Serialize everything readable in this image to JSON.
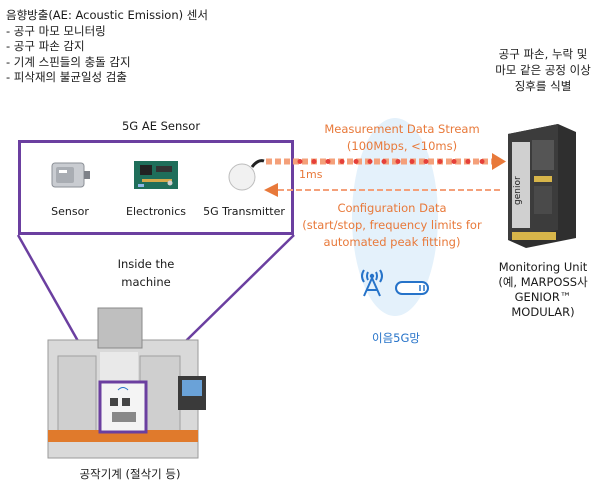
{
  "features": {
    "title": "음향방출(AE: Acoustic Emission) 센서",
    "items": [
      "- 공구 마모 모니터링",
      "- 공구 파손 감지",
      "- 기계 스핀들의 충돌 감지",
      "- 피삭재의 불균일성 검출"
    ]
  },
  "sensor": {
    "title": "5G AE Sensor",
    "components": [
      {
        "label": "Sensor",
        "icon": "sensor-icon"
      },
      {
        "label": "Electronics",
        "icon": "circuit-board-icon"
      },
      {
        "label": "5G Transmitter",
        "icon": "transmitter-icon"
      }
    ]
  },
  "machine": {
    "inside_label_1": "Inside the",
    "inside_label_2": "machine",
    "caption": "공작기계 (절삭기 등)"
  },
  "arrows": {
    "stream_line1": "Measurement Data Stream",
    "stream_line2": "(100Mbps, <10ms)",
    "latency": "1ms",
    "config_line1": "Configuration Data",
    "config_line2": "(start/stop, frequency limits for",
    "config_line3": "automated peak fitting)"
  },
  "network": {
    "label": "이음5G망",
    "icon": "antenna-icon"
  },
  "monitor": {
    "issue_line1": "공구 파손, 누락 및",
    "issue_line2": "마모 같은 공정 이상",
    "issue_line3": "징후를 식별",
    "unit_line1": "Monitoring Unit",
    "unit_line2": "(예, MARPOSS사",
    "unit_line3": "GENIOR™",
    "unit_line4": "MODULAR)",
    "brand": "genior"
  },
  "colors": {
    "frame": "#6b3fa0",
    "stream": "#e8793a",
    "network": "#2673c9",
    "ellipse": "#e4f1fb"
  }
}
